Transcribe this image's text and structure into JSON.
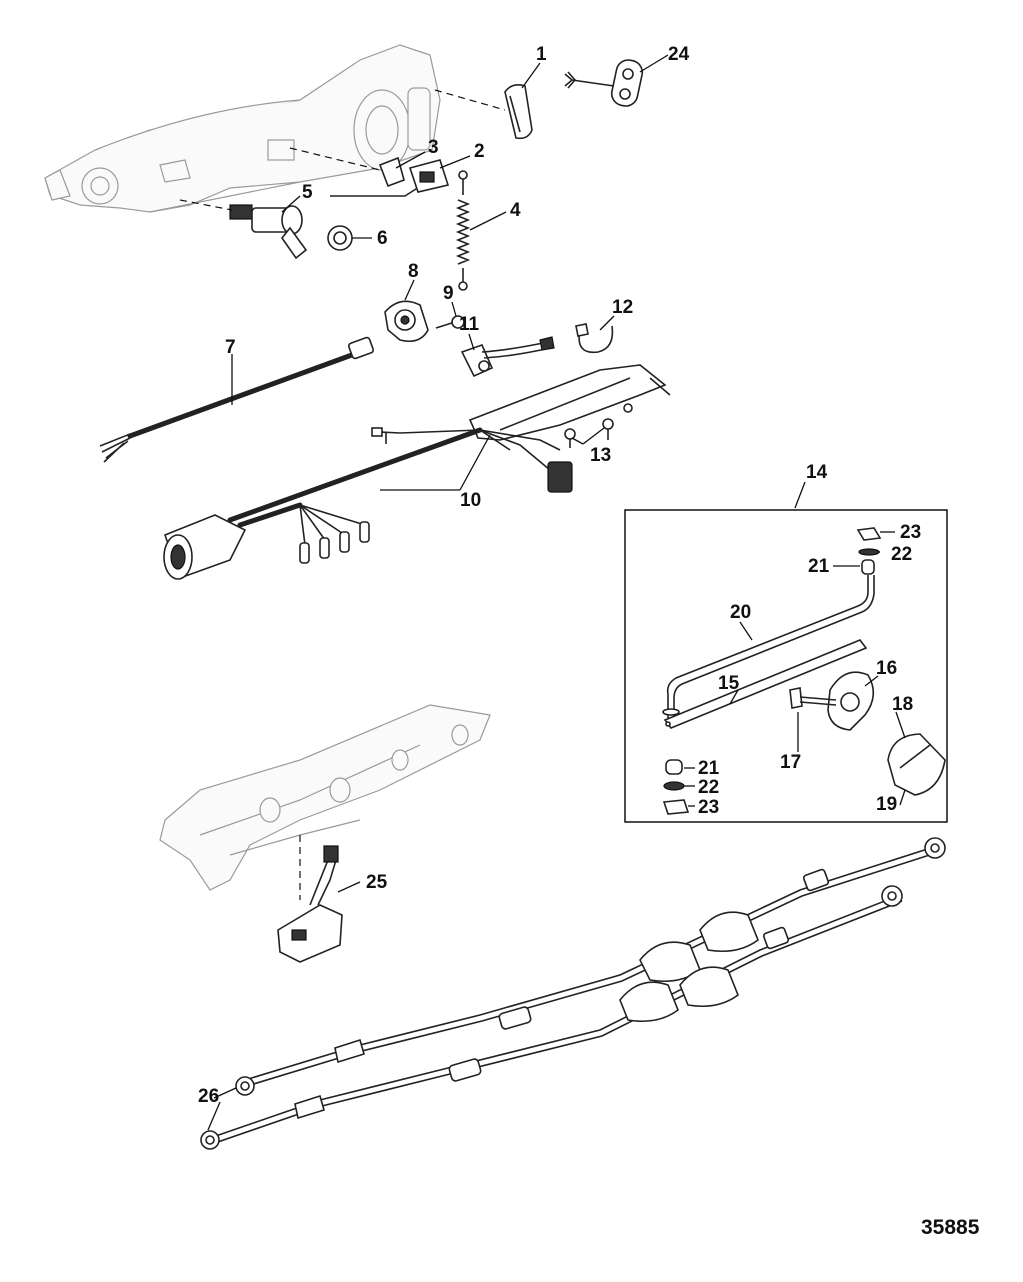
{
  "figure_id": "35885",
  "callouts": {
    "c1": "1",
    "c2": "2",
    "c3": "3",
    "c4": "4",
    "c5": "5",
    "c6": "6",
    "c7": "7",
    "c8": "8",
    "c9": "9",
    "c10": "10",
    "c11": "11",
    "c12": "12",
    "c13": "13",
    "c14": "14",
    "c15": "15",
    "c16": "16",
    "c17": "17",
    "c18": "18",
    "c19": "19",
    "c20": "20",
    "c21a": "21",
    "c21b": "21",
    "c22a": "22",
    "c22b": "22",
    "c23a": "23",
    "c23b": "23",
    "c24": "24",
    "c25": "25",
    "c26": "26"
  }
}
